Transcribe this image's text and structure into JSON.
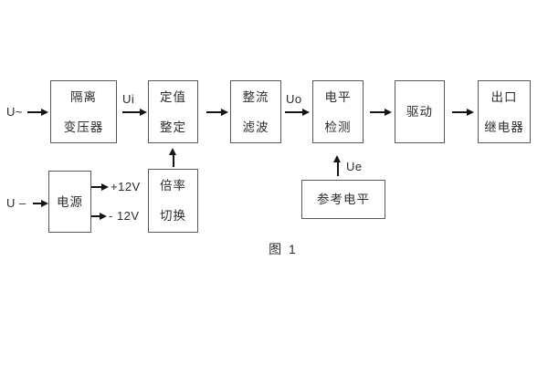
{
  "figure": {
    "caption": "图 1",
    "colors": {
      "background": "#ffffff",
      "box_border": "#58595b",
      "text": "#2b2b2b",
      "arrow": "#151515"
    },
    "inputs": {
      "ac_label": "U~",
      "dc_label": "U –"
    },
    "signals": {
      "ui": "Ui",
      "uo": "Uo",
      "ue": "Ue",
      "plus12v": "+12V",
      "minus12v": "- 12V"
    },
    "blocks": {
      "isolation_transformer": {
        "line1": "隔离",
        "line2": "变压器"
      },
      "setting_adjust": {
        "line1": "定值",
        "line2": "整定"
      },
      "rectifier_filter": {
        "line1": "整流",
        "line2": "滤波"
      },
      "level_detect": {
        "line1": "电平",
        "line2": "检测"
      },
      "drive": {
        "line1": "驱动"
      },
      "output_relay": {
        "line1": "出口",
        "line2": "继电器"
      },
      "power_supply": {
        "line1": "电源"
      },
      "ratio_switch": {
        "line1": "倍率",
        "line2": "切换"
      },
      "reference_level": {
        "line1": "参考电平"
      }
    }
  }
}
